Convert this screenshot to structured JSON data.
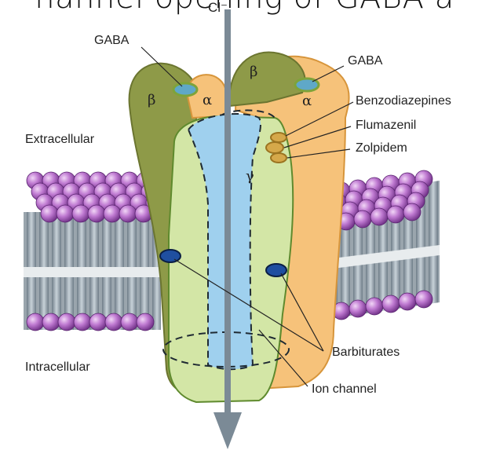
{
  "title": "hannel opening of GABA a",
  "ion": "Cl⁻",
  "regions": {
    "extracellular": "Extracellular",
    "intracellular": "Intracellular"
  },
  "subunits": {
    "beta_left": "β",
    "alpha_left": "α",
    "beta_right": "β",
    "alpha_right": "α",
    "gamma": "γ"
  },
  "binding_sites": {
    "gaba_left": "GABA",
    "gaba_right": "GABA",
    "benzodiazepines": "Benzodiazepines",
    "flumazenil": "Flumazenil",
    "zolpidem": "Zolpidem",
    "barbiturates": "Barbiturates",
    "ion_channel": "Ion channel"
  },
  "colors": {
    "beta_subunit": "#8e9a48",
    "alpha_subunit": "#f6c27a",
    "gamma_subunit": "#d3e6a6",
    "pore": "#9fd0ee",
    "lipid_head": "#b06ac4",
    "arrow": "#7b8a96",
    "gaba_site": "#5fa8c8",
    "barbiturate_site": "#1f4fa0"
  }
}
